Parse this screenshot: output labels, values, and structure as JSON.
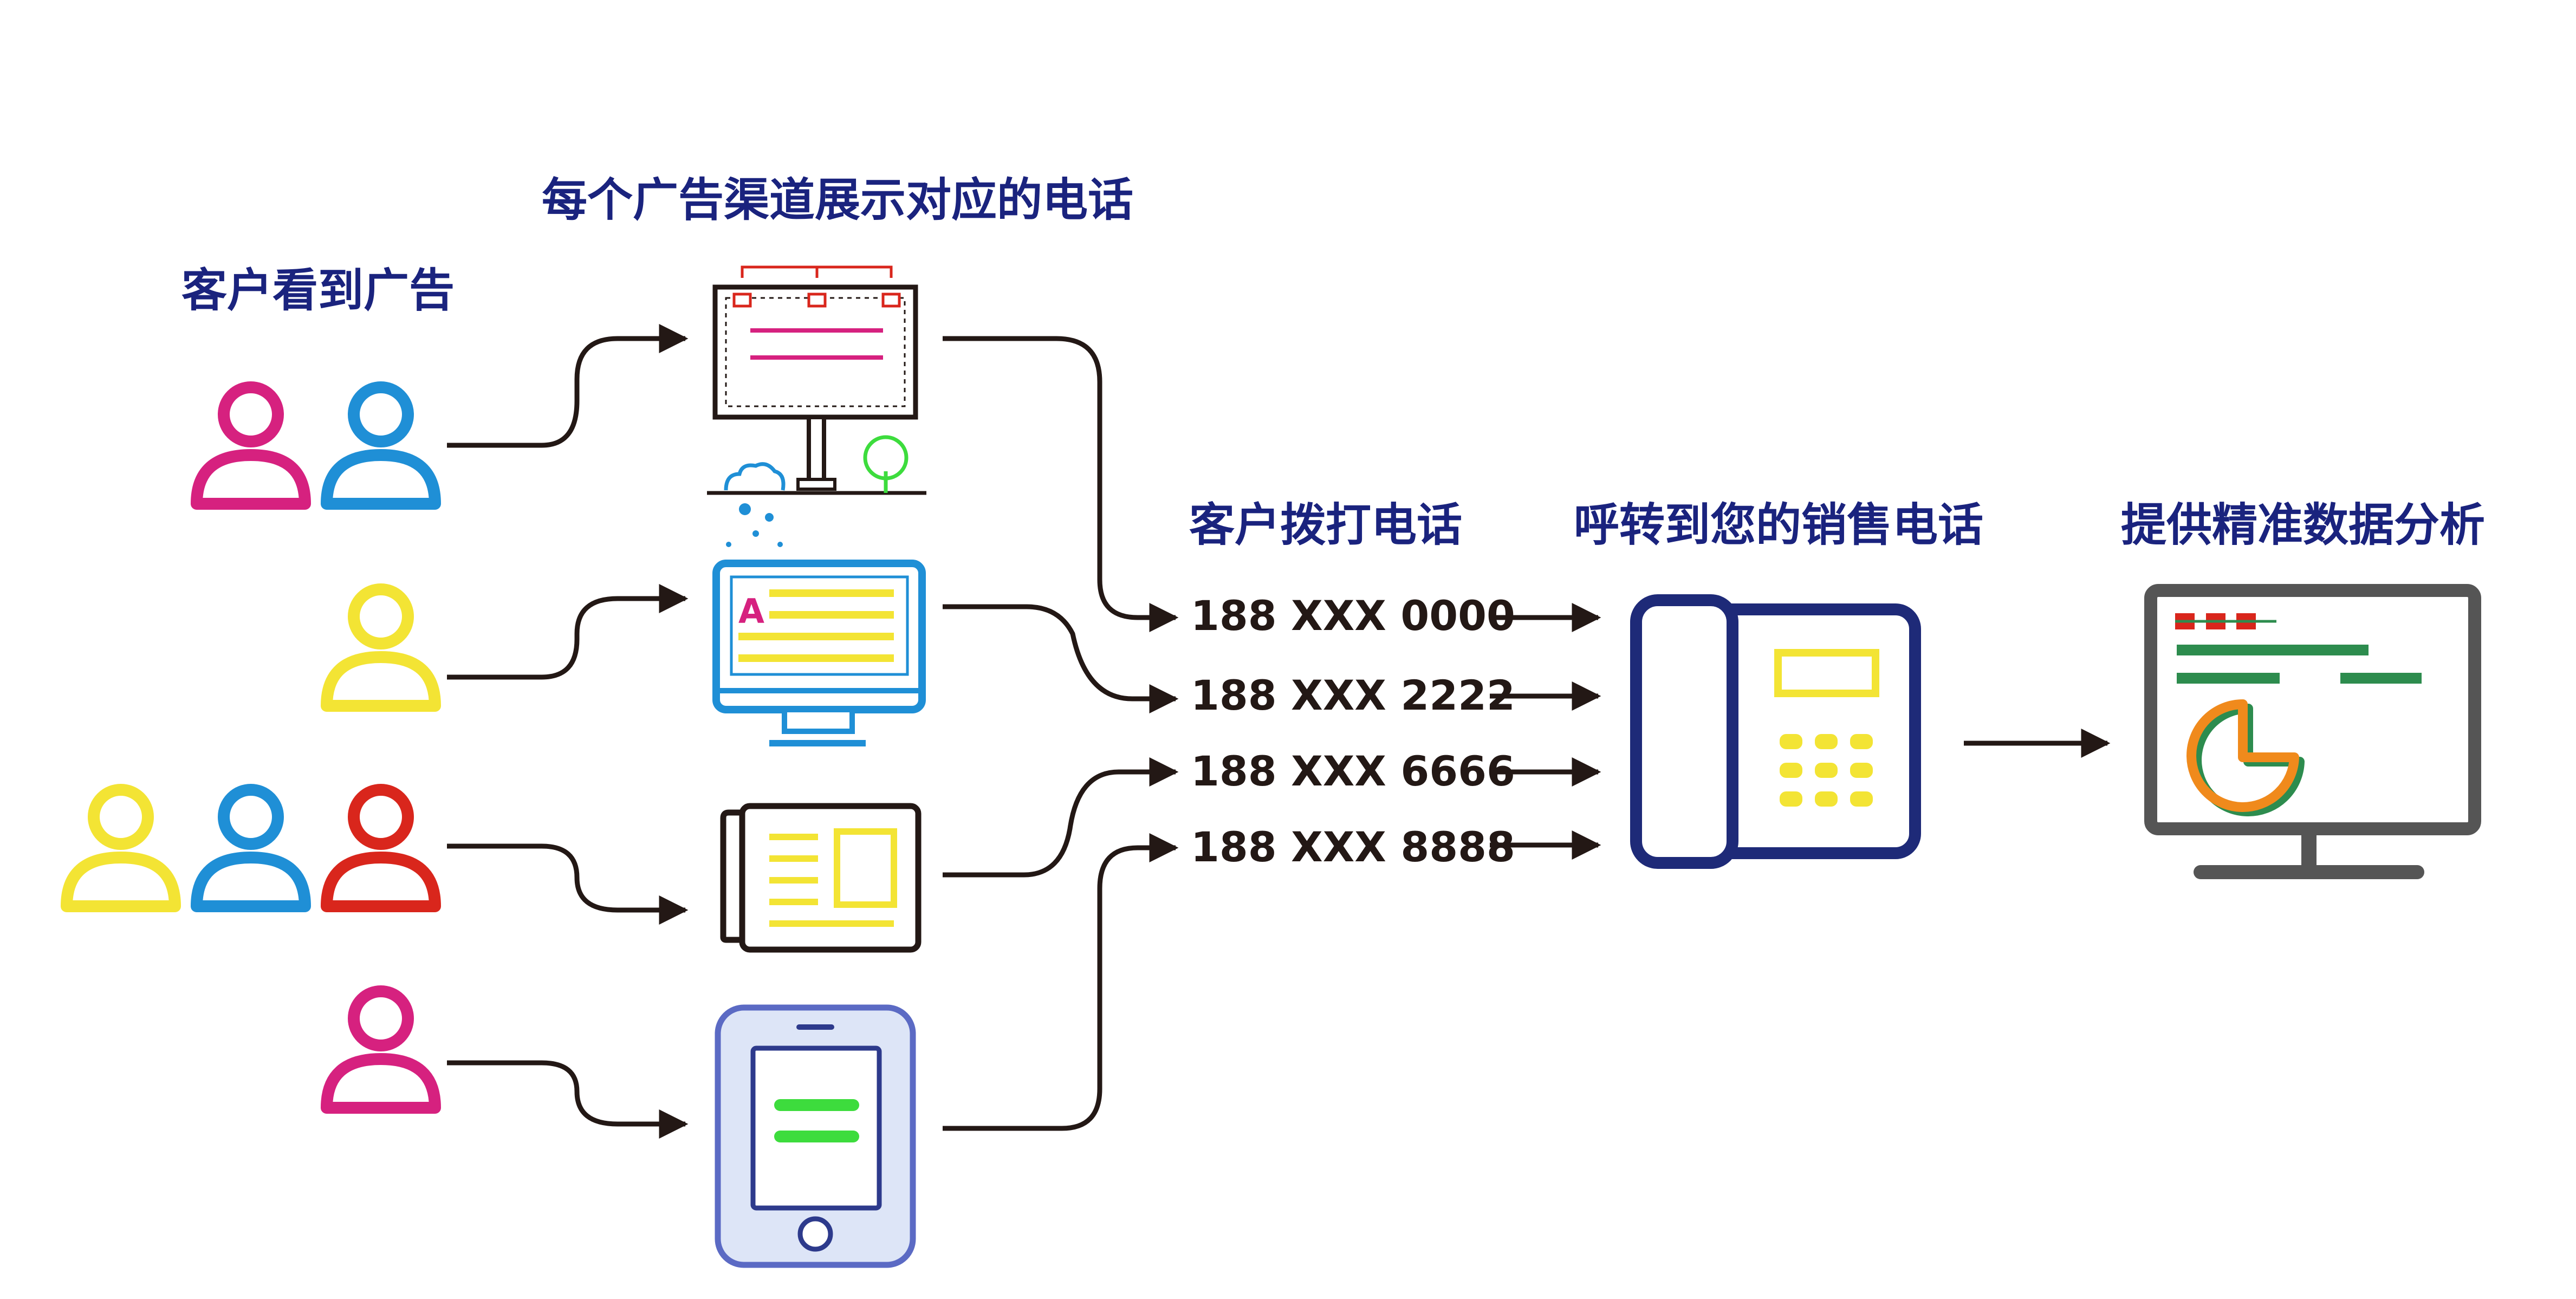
{
  "headings": {
    "customers_see_ad": "客户看到广告",
    "channels_show_number": "每个广告渠道展示对应的电话",
    "customer_dials": "客户拨打电话",
    "forward_to_sales": "呼转到您的销售电话",
    "data_analysis": "提供精准数据分析"
  },
  "phone_numbers": [
    "188 XXX 0000",
    "188 XXX 2222",
    "188 XXX 6666",
    "188 XXX 8888"
  ],
  "channels": [
    {
      "icon": "billboard-icon"
    },
    {
      "icon": "monitor-icon",
      "glyph": "A"
    },
    {
      "icon": "newspaper-icon"
    },
    {
      "icon": "smartphone-icon"
    }
  ],
  "colors": {
    "heading": "#1a237e",
    "connector": "#231815",
    "magenta": "#d6217f",
    "blue": "#1f8fd6",
    "yellow": "#f3e434",
    "red": "#d9261c",
    "navy": "#1e2a78",
    "green": "#2d8c4e",
    "orange": "#f08a1c",
    "lime": "#3ddc3d",
    "gray": "#555555"
  }
}
